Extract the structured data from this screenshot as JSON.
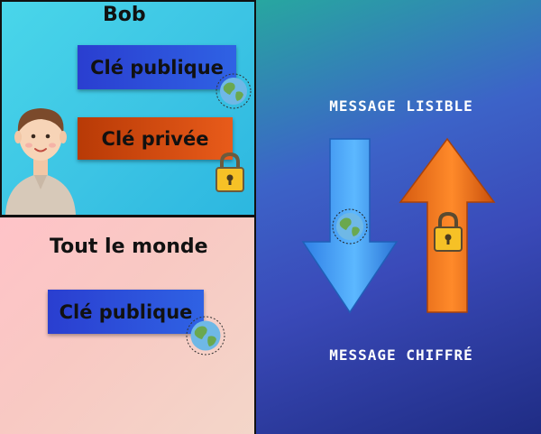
{
  "bob": {
    "name": "Bob",
    "public_key_label": "Clé publique",
    "private_key_label": "Clé privée"
  },
  "everyone": {
    "title": "Tout le monde",
    "public_key_label": "Clé publique"
  },
  "messages": {
    "readable": "Message lisible",
    "encrypted": "Message chiffré"
  },
  "colors": {
    "public_key": "#2f4fdc",
    "private_key": "#d24a10",
    "down_arrow": "#4aa7ff",
    "up_arrow": "#f07a1a",
    "lock": "#f6c126"
  },
  "icons": {
    "globe": "globe-icon",
    "lock": "padlock-icon",
    "person": "person-avatar"
  }
}
